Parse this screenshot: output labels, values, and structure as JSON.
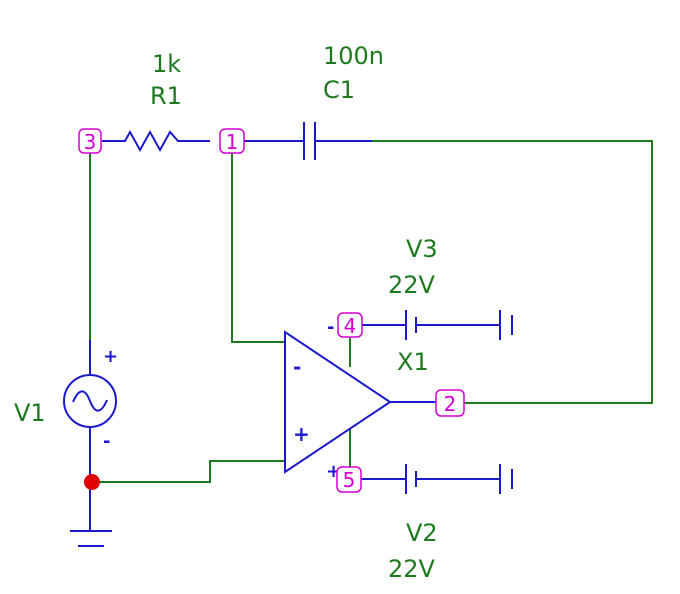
{
  "components": {
    "r1": {
      "name": "R1",
      "value": "1k"
    },
    "c1": {
      "name": "C1",
      "value": "100n"
    },
    "v1": {
      "name": "V1",
      "plus": "+",
      "minus": "-"
    },
    "v2": {
      "name": "V2",
      "value": "22V"
    },
    "v3": {
      "name": "V3",
      "value": "22V"
    },
    "x1": {
      "name": "X1",
      "inv": "-",
      "noninv": "+"
    }
  },
  "nodes": [
    "3",
    "1",
    "4",
    "2",
    "5"
  ],
  "pin_marks": {
    "vminus": "-",
    "vplus": "+"
  },
  "colors": {
    "wire": "#1f7a1f",
    "component": "#1a1acc",
    "node": "#d400d4",
    "junction": "#e00000"
  }
}
